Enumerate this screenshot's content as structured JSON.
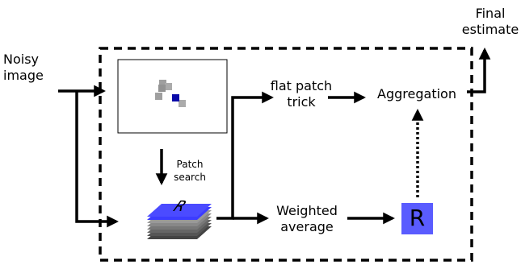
{
  "labels": {
    "input": [
      "Noisy",
      "image"
    ],
    "output": [
      "Final",
      "estimate"
    ],
    "flat_patch": [
      "flat patch",
      "trick"
    ],
    "aggregation": "Aggregation",
    "patch_search": [
      "Patch",
      "search"
    ],
    "weighted_average": [
      "Weighted",
      "average"
    ],
    "result_glyph": "R"
  },
  "colors": {
    "line": "#000000",
    "query_patch": "#0a0aa8",
    "similar_patch": "#8a8a8a",
    "result_fill": "#5a5cff",
    "stack_top": "#4b4bff"
  }
}
